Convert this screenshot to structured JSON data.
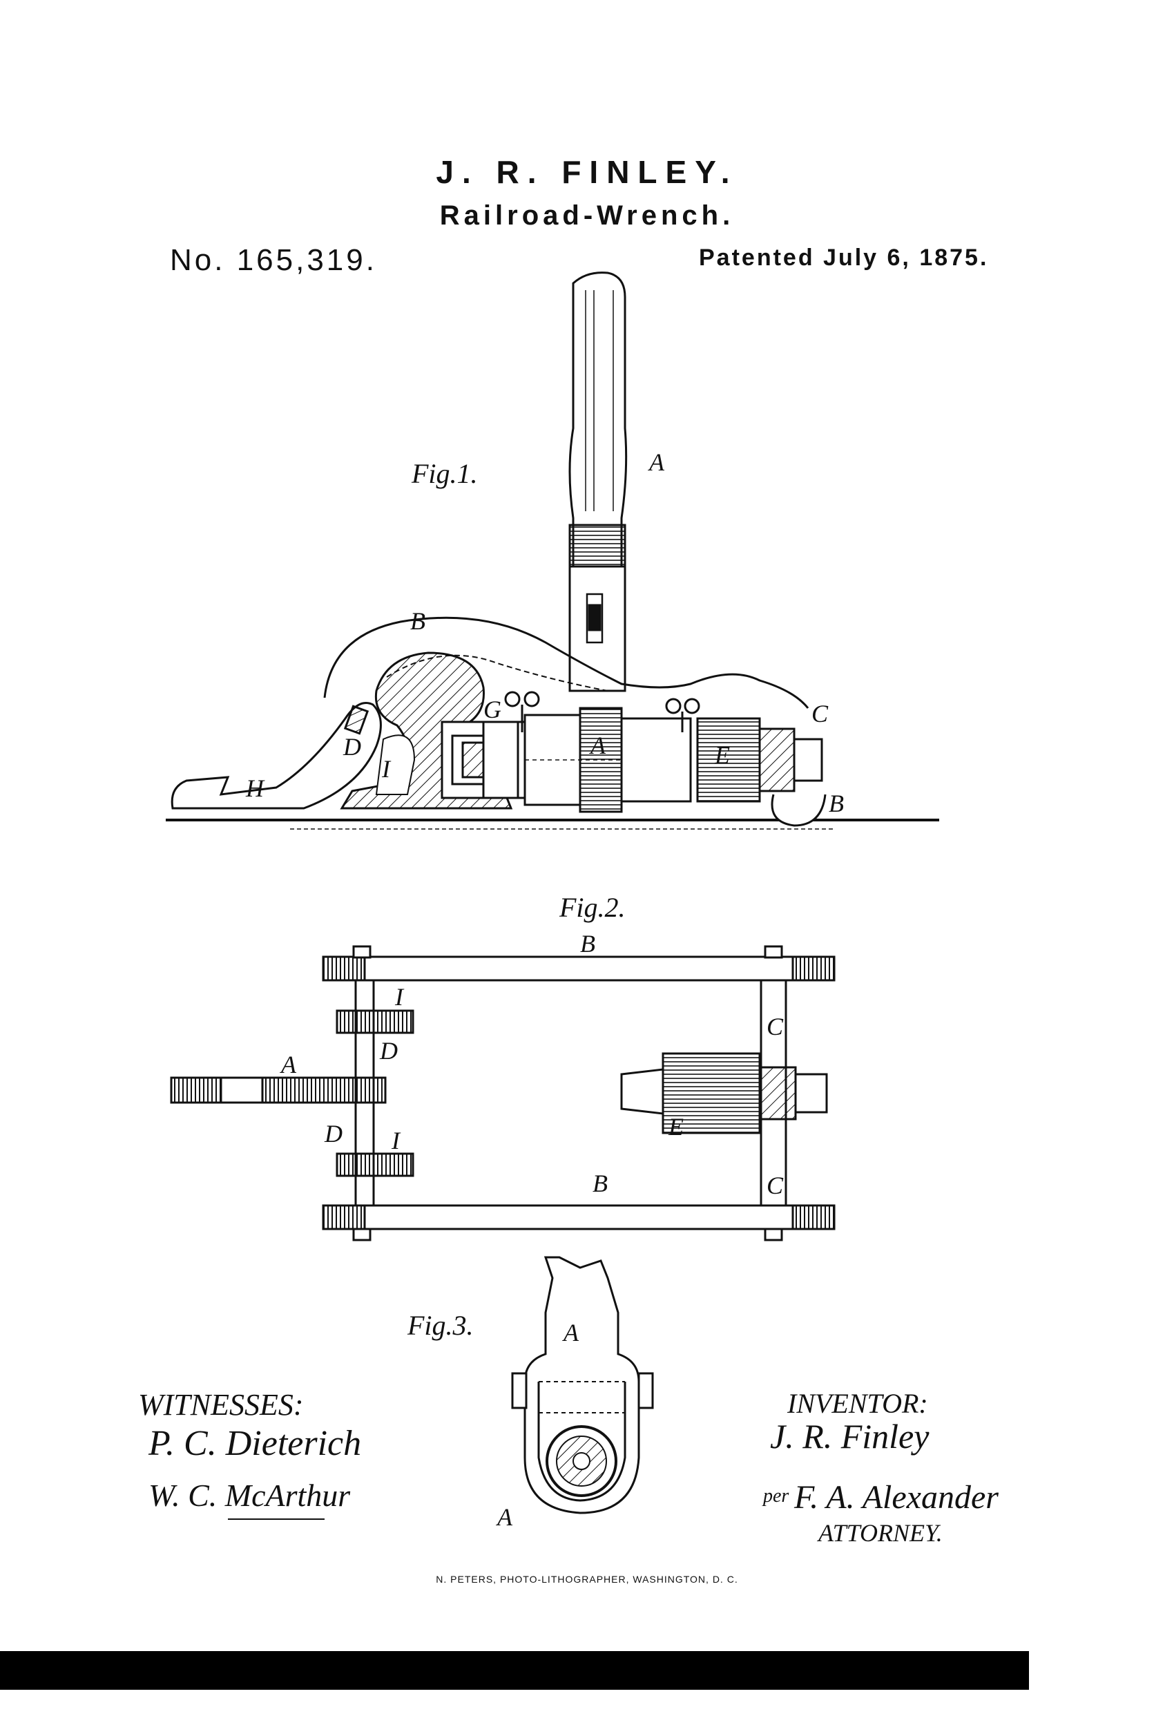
{
  "header": {
    "inventor": "J. R. FINLEY.",
    "title": "Railroad-Wrench.",
    "patent_number": "No. 165,319.",
    "patent_date": "Patented July 6, 1875."
  },
  "figures": {
    "fig1": {
      "label": "Fig.1.",
      "letters": {
        "A_handle": "A",
        "B_top": "B",
        "C": "C",
        "G": "G",
        "A_hub": "A",
        "D": "D",
        "I": "I",
        "H": "H",
        "E": "E",
        "B_bottom": "B"
      }
    },
    "fig2": {
      "label": "Fig.2.",
      "letters": {
        "B_top": "B",
        "I_top": "I",
        "D_top": "D",
        "A": "A",
        "D_bottom": "D",
        "I_bottom": "I",
        "C_top": "C",
        "E": "E",
        "C_bottom": "C",
        "B_bottom": "B"
      }
    },
    "fig3": {
      "label": "Fig.3.",
      "letters": {
        "A_top": "A",
        "A_bottom": "A"
      }
    }
  },
  "signatures": {
    "witnesses_label": "WITNESSES:",
    "witness_1": "P. C. Dieterich",
    "witness_2": "W. C. McArthur",
    "inventor_label": "INVENTOR:",
    "inventor_signature": "J. R. Finley",
    "per": "per",
    "attorney_signature": "F. A. Alexander",
    "attorney_label": "ATTORNEY."
  },
  "footer": {
    "printer": "N. PETERS, PHOTO-LITHOGRAPHER, WASHINGTON, D. C."
  }
}
